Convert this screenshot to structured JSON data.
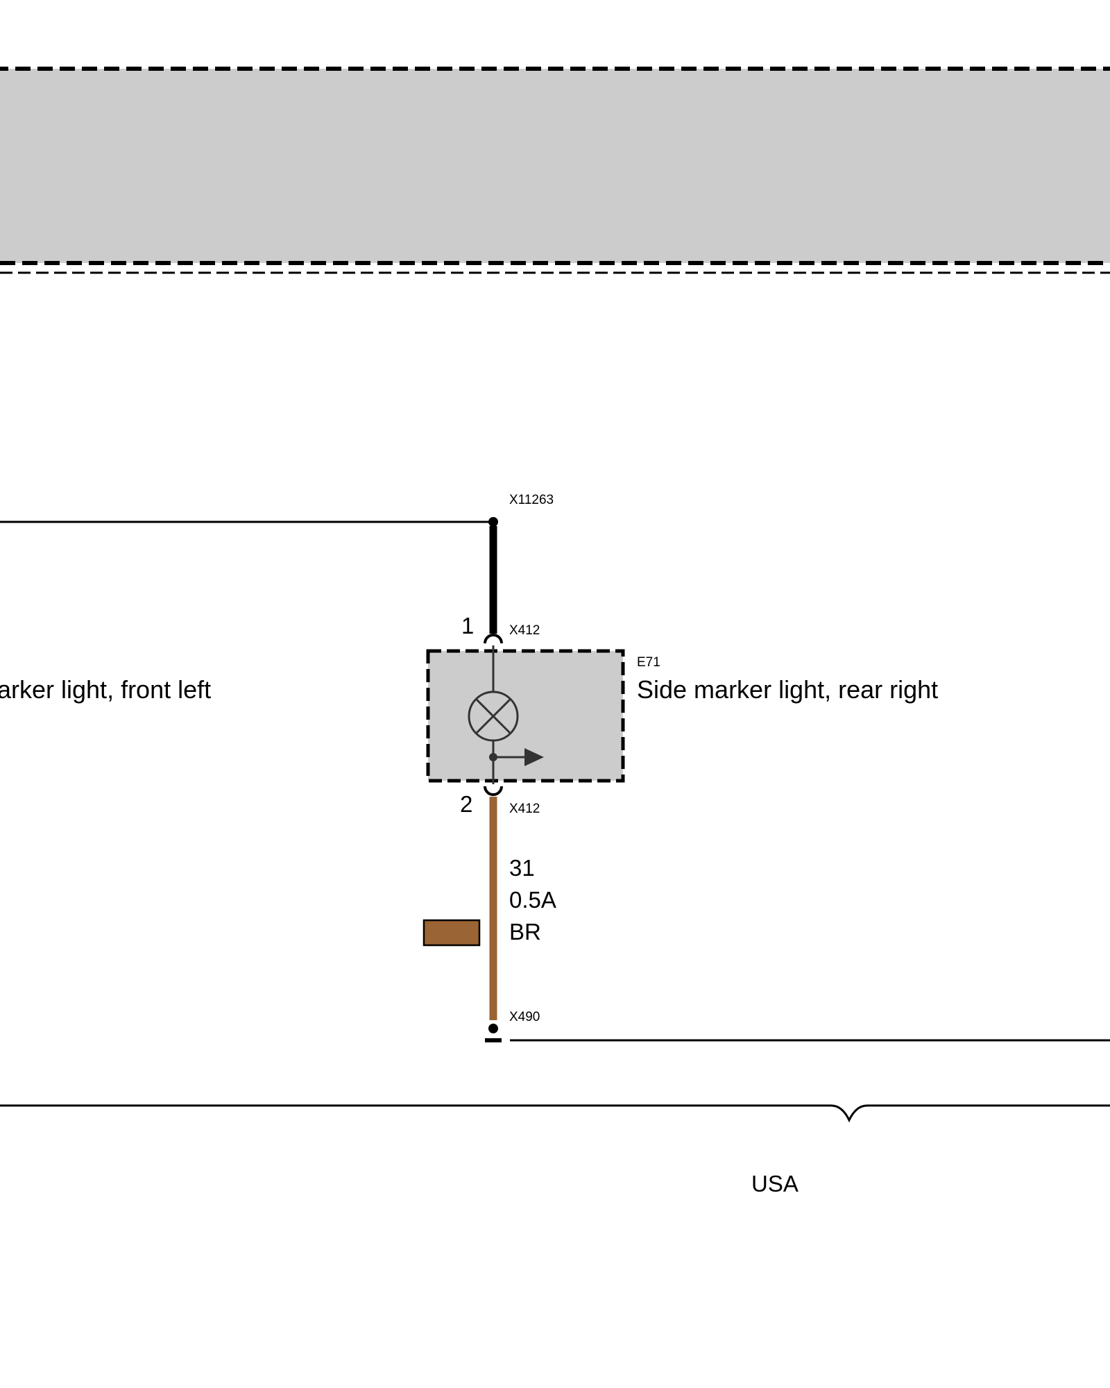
{
  "connectors": {
    "top": "X11263",
    "pin1_connector": "X412",
    "pin2_connector": "X412",
    "ground": "X490"
  },
  "pins": {
    "pin1": "1",
    "pin2": "2"
  },
  "component": {
    "id": "E71",
    "name": "Side marker light, rear right",
    "symbol": "lamp-icon"
  },
  "neighbor_component": {
    "name_partial": "arker light, front left"
  },
  "wire": {
    "terminal": "31",
    "cross_section": "0.5A",
    "color_code": "BR",
    "color_hex": "#9a6434"
  },
  "region_label": "USA",
  "colors": {
    "module_fill": "#cccccc",
    "line": "#000000",
    "wire_top": "#000000",
    "wire_bottom": "#9a6434"
  }
}
